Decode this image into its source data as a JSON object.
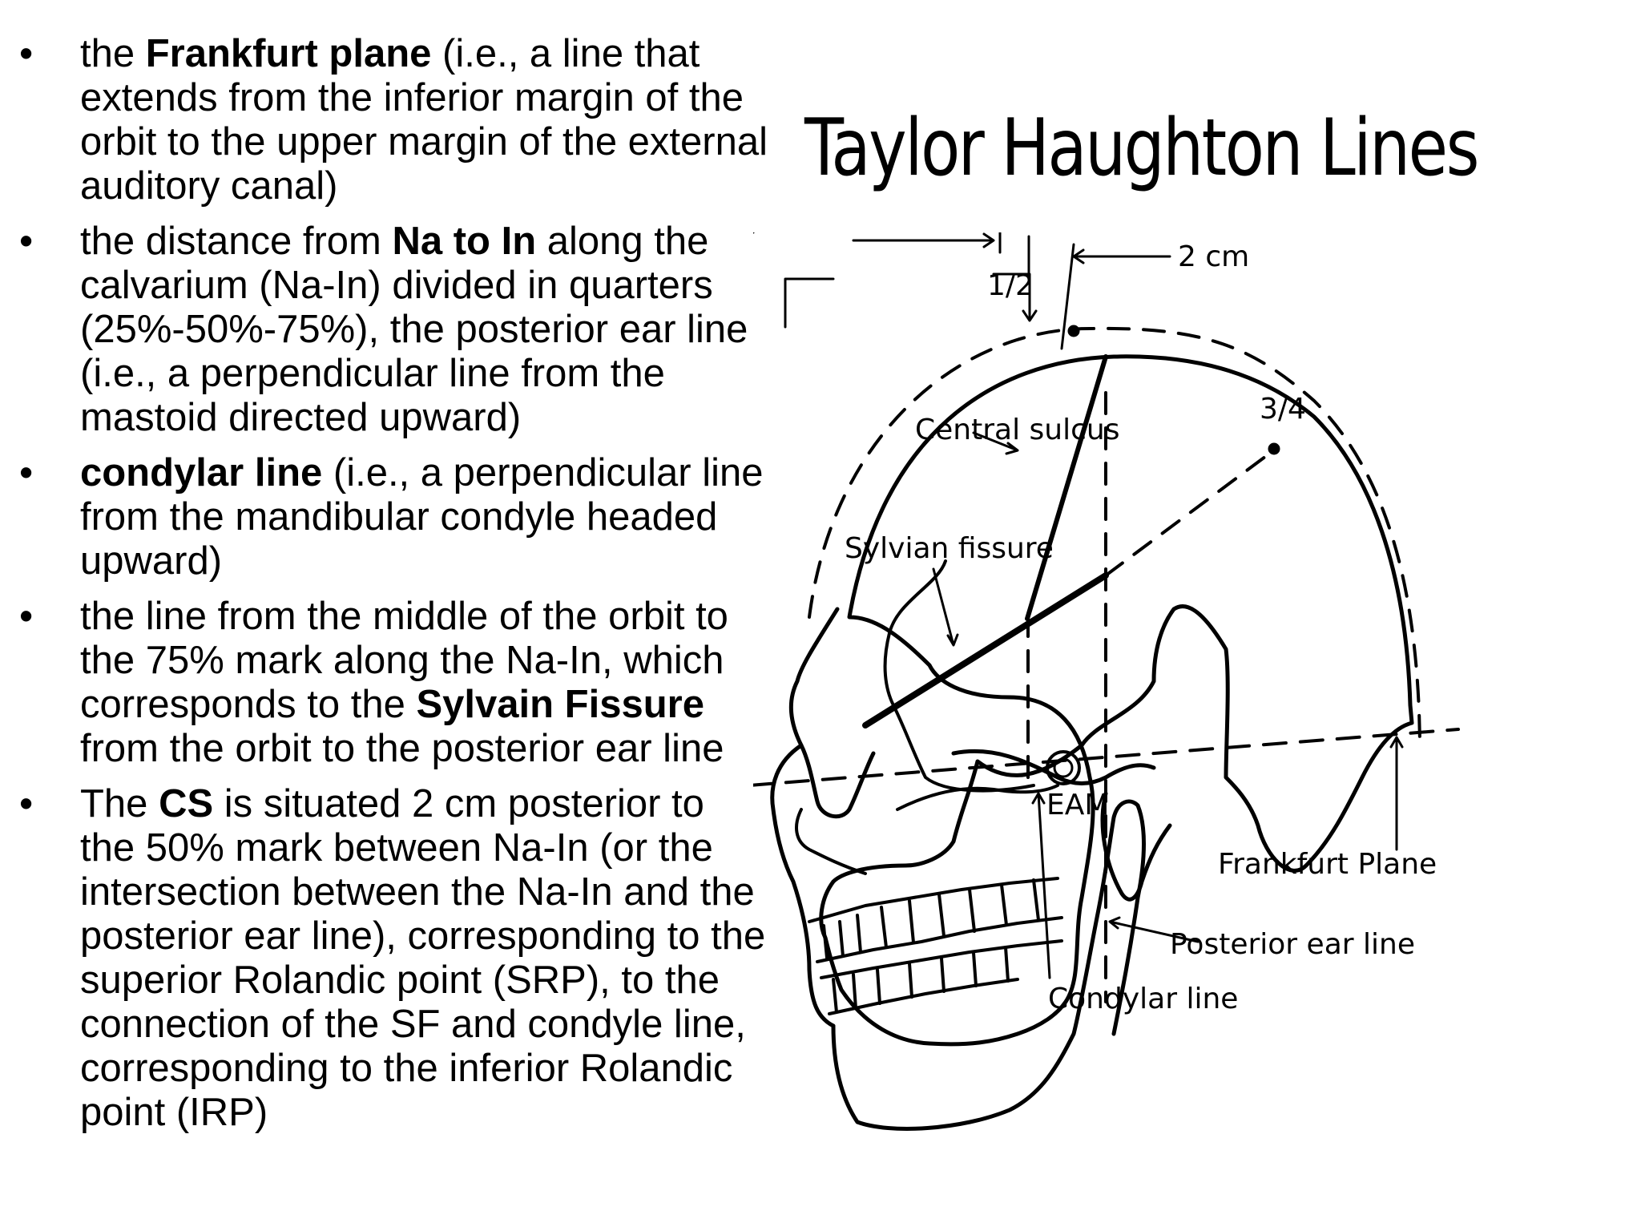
{
  "bullets": [
    {
      "id": "frankfurt",
      "parts": [
        {
          "t": "the ",
          "b": false
        },
        {
          "t": "Frankfurt plane",
          "b": true
        },
        {
          "t": " (i.e., a line that extends from the inferior margin of the orbit to the upper margin of the external auditory canal)",
          "b": false
        }
      ]
    },
    {
      "id": "na-in",
      "parts": [
        {
          "t": "the distance from ",
          "b": false
        },
        {
          "t": "Na to In",
          "b": true
        },
        {
          "t": " along the calvarium (Na-In) divided in quarters (25%-50%-75%), the posterior ear line (i.e., a perpendicular line from the mastoid directed upward)",
          "b": false
        }
      ]
    },
    {
      "id": "condylar",
      "parts": [
        {
          "t": "condylar line",
          "b": true
        },
        {
          "t": " (i.e., a perpendicular line from the mandibular  condyle headed upward)",
          "b": false
        }
      ]
    },
    {
      "id": "sylvian",
      "parts": [
        {
          "t": "the line from the middle of the orbit to the 75% mark along the Na-In, which corresponds to the ",
          "b": false
        },
        {
          "t": "Sylvain Fissure",
          "b": true
        },
        {
          "t": " from the orbit to the posterior ear line",
          "b": false
        }
      ]
    },
    {
      "id": "cs",
      "parts": [
        {
          "t": "The ",
          "b": false
        },
        {
          "t": "CS",
          "b": true
        },
        {
          "t": " is situated 2 cm posterior to the 50% mark between Na-In (or the intersection between the Na-In and the posterior ear line), corresponding to the superior Rolandic point (SRP), to the connection of the SF and condyle line, corresponding to the inferior Rolandic point (IRP)",
          "b": false
        }
      ]
    }
  ],
  "diagram": {
    "title": "Taylor Haughton Lines",
    "labels": {
      "half": "1/2",
      "two_cm": "2 cm",
      "three_quarter": "3/4",
      "central_sulcus": "Central sulcus",
      "sylvian_fissure": "Sylvian fissure",
      "eam": "EAM",
      "frankfurt_plane": "Frankfurt Plane",
      "posterior_ear_line": "Posterior ear line",
      "condylar_line": "Condylar line"
    },
    "stroke_color": "#000000"
  }
}
